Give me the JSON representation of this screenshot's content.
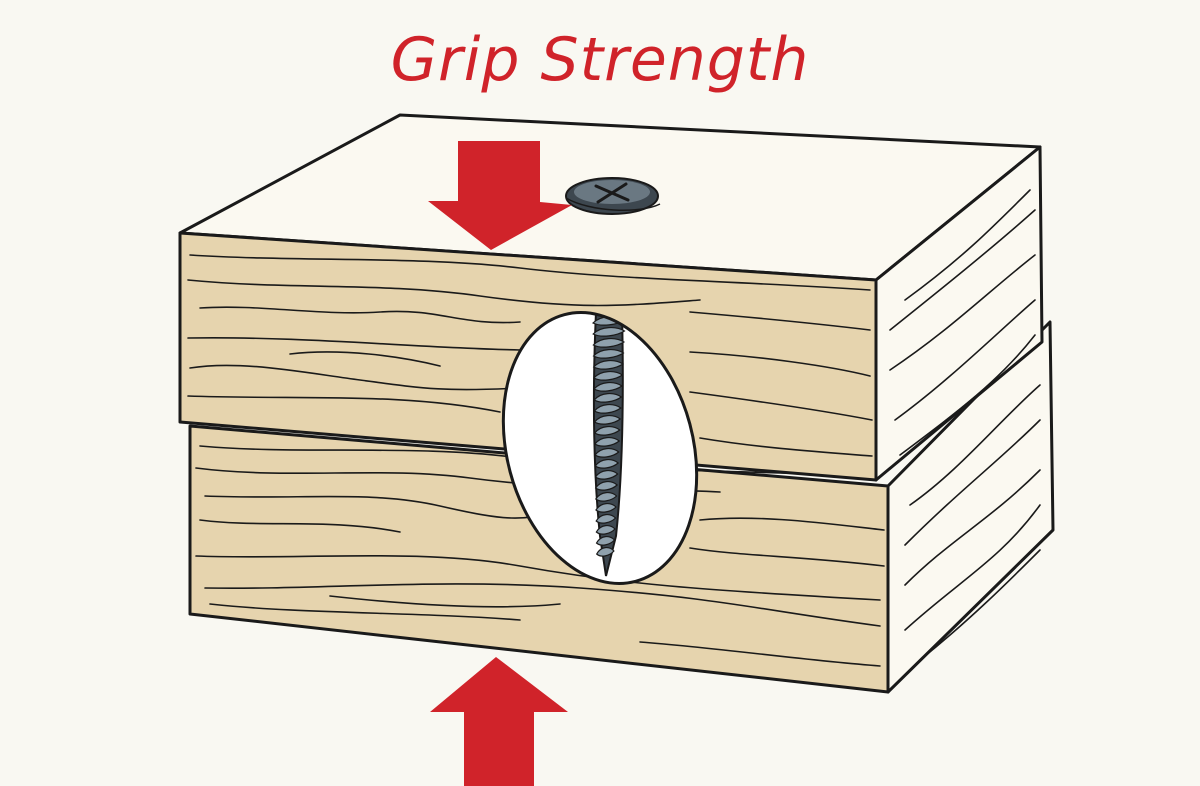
{
  "title": "Grip Strength",
  "colors": {
    "background": "#f9f8f2",
    "accent_red": "#d0232a",
    "wood": "#e6d4ae",
    "board_top": "#fbf9f1",
    "outline": "#1a1a1a",
    "screw": "#3d474f",
    "screw_highlight": "#8fa1ad",
    "cutaway": "#ffffff"
  },
  "elements": {
    "top_arrow_direction": "down",
    "bottom_arrow_direction": "up",
    "screw_head_icon": "phillips-screw-head-icon",
    "cutaway_icon": "screw-cutaway-icon"
  }
}
